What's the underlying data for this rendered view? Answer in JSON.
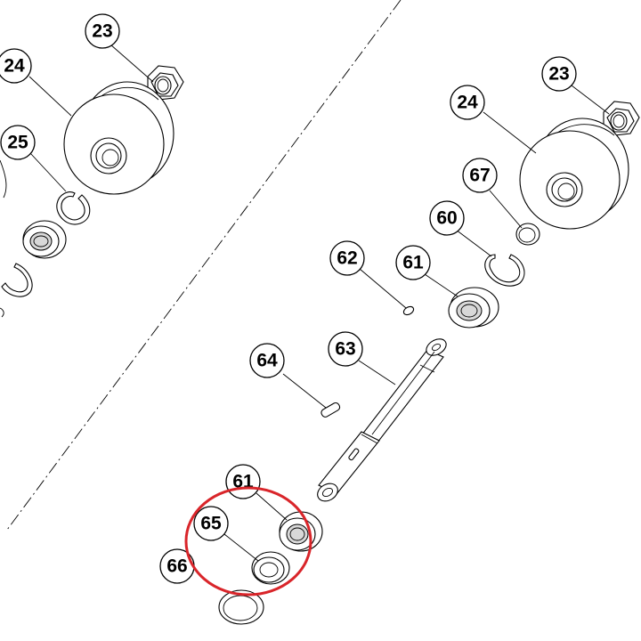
{
  "callouts": {
    "c23_left": "23",
    "c24_left": "24",
    "c25": "25",
    "c23_right": "23",
    "c24_right": "24",
    "c67": "67",
    "c60": "60",
    "c62": "62",
    "c61_top": "61",
    "c64": "64",
    "c63": "63",
    "c61_bottom": "61",
    "c65": "65",
    "c66": "66"
  },
  "colors": {
    "line": "#000000",
    "background": "#ffffff",
    "highlight": "#d9252a"
  }
}
